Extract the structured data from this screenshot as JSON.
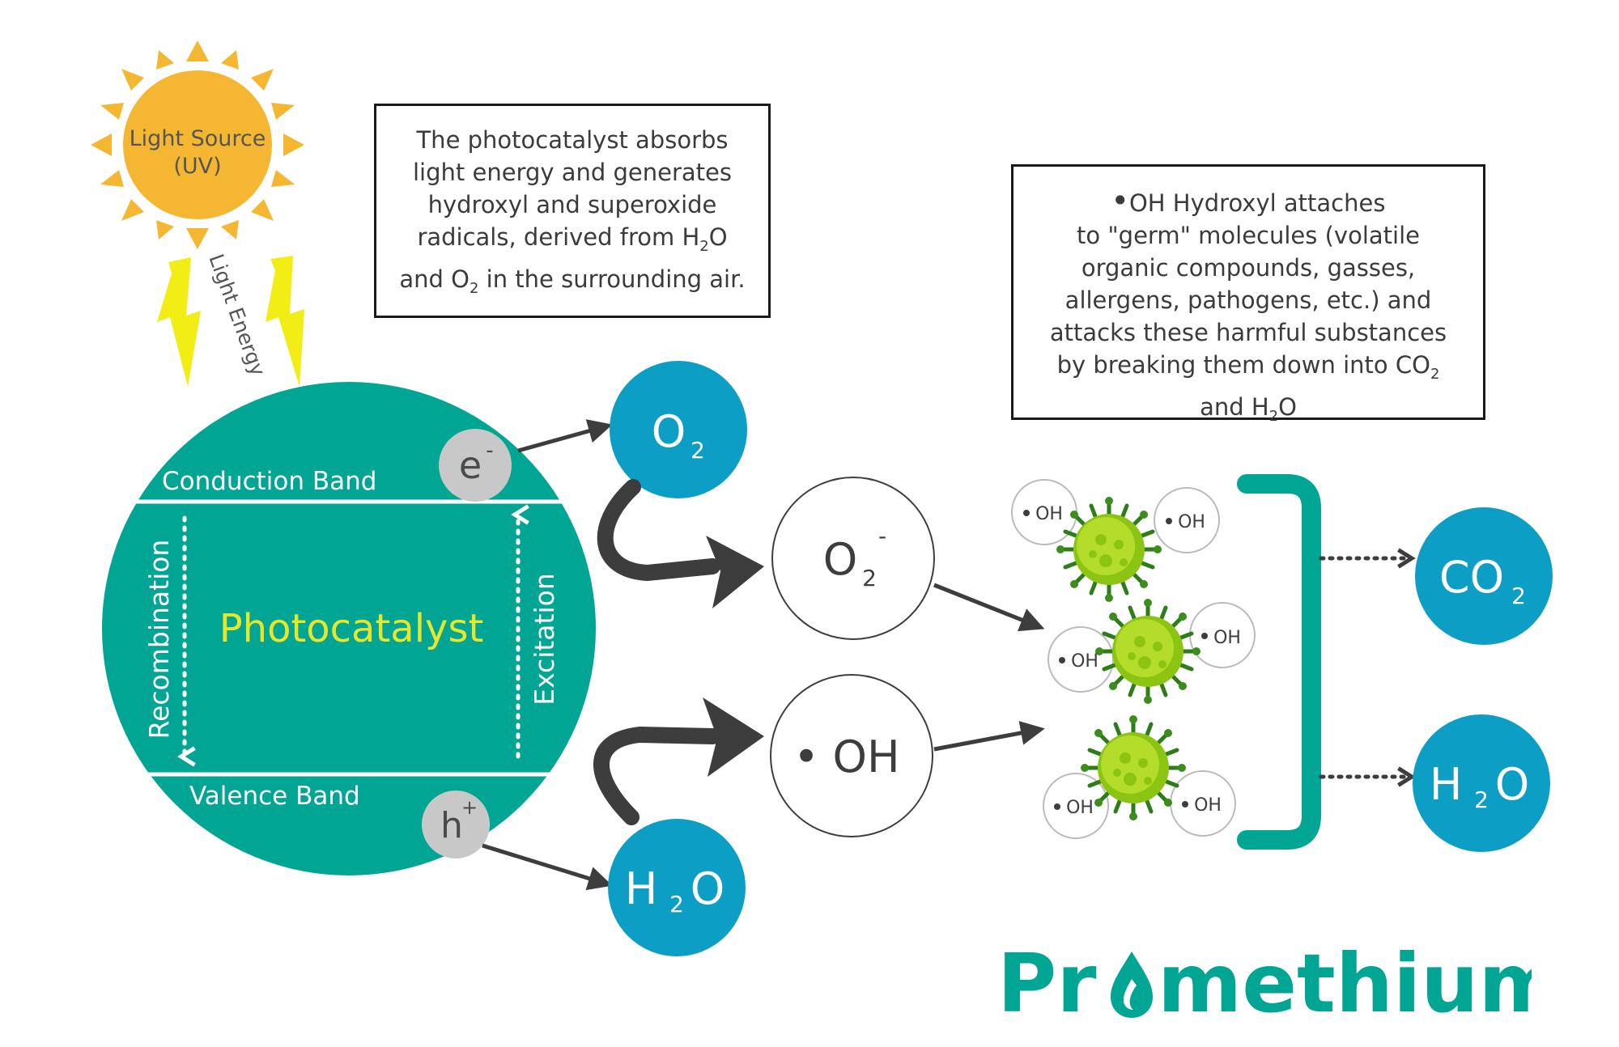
{
  "sun": {
    "line1": "Light Source",
    "line2": "(UV)",
    "energy_label": "Light Energy"
  },
  "catalyst": {
    "conduction_band": "Conduction Band",
    "valence_band": "Valence Band",
    "title": "Photocatalyst",
    "recombination": "Recombination",
    "excitation": "Excitation",
    "electron": {
      "base": "e",
      "sup": "-"
    },
    "hole": {
      "base": "h",
      "sup": "+"
    }
  },
  "info_left": {
    "lines": [
      "The photocatalyst absorbs",
      "light energy and generates",
      "hydroxyl and superoxide"
    ],
    "line4_a": "radicals, derived from  H",
    "line4_sub": "2",
    "line4_b": "O",
    "line5_a": "and O",
    "line5_sub": "2",
    "line5_b": " in the surrounding air."
  },
  "info_right": {
    "bullet": "•",
    "lines": [
      "OH Hydroxyl attaches",
      "to \"germ\" molecules (volatile",
      "organic compounds, gasses,",
      "allergens, pathogens, etc.) and",
      "attacks these harmful substances"
    ],
    "line6_a": "by breaking them down into  CO",
    "line6_sub": "2",
    "line7_a": "and H",
    "line7_sub": "2",
    "line7_b": "O"
  },
  "molecules": {
    "o2": {
      "base": "O",
      "sub": "2"
    },
    "h2o": {
      "a": "H",
      "sub": "2",
      "b": "O"
    },
    "superoxide": {
      "base": "O",
      "sub": "2",
      "sup": "-"
    },
    "hydroxyl": {
      "dot": "•",
      "text": "OH"
    },
    "co2_out": {
      "base": "CO",
      "sub": "2"
    },
    "h2o_out": {
      "a": "H",
      "sub": "2",
      "b": "O"
    }
  },
  "oh_label": "OH",
  "brand": {
    "part1": "Pr",
    "part2": "methium"
  },
  "colors": {
    "teal": "#00A693",
    "blue": "#0C9EC4",
    "sun": "#F5B731",
    "bolt": "#F1ED15",
    "photocatalyst_text": "#E6E62A",
    "grey": "#C8C8C8",
    "germ": "#9ACD1A"
  }
}
